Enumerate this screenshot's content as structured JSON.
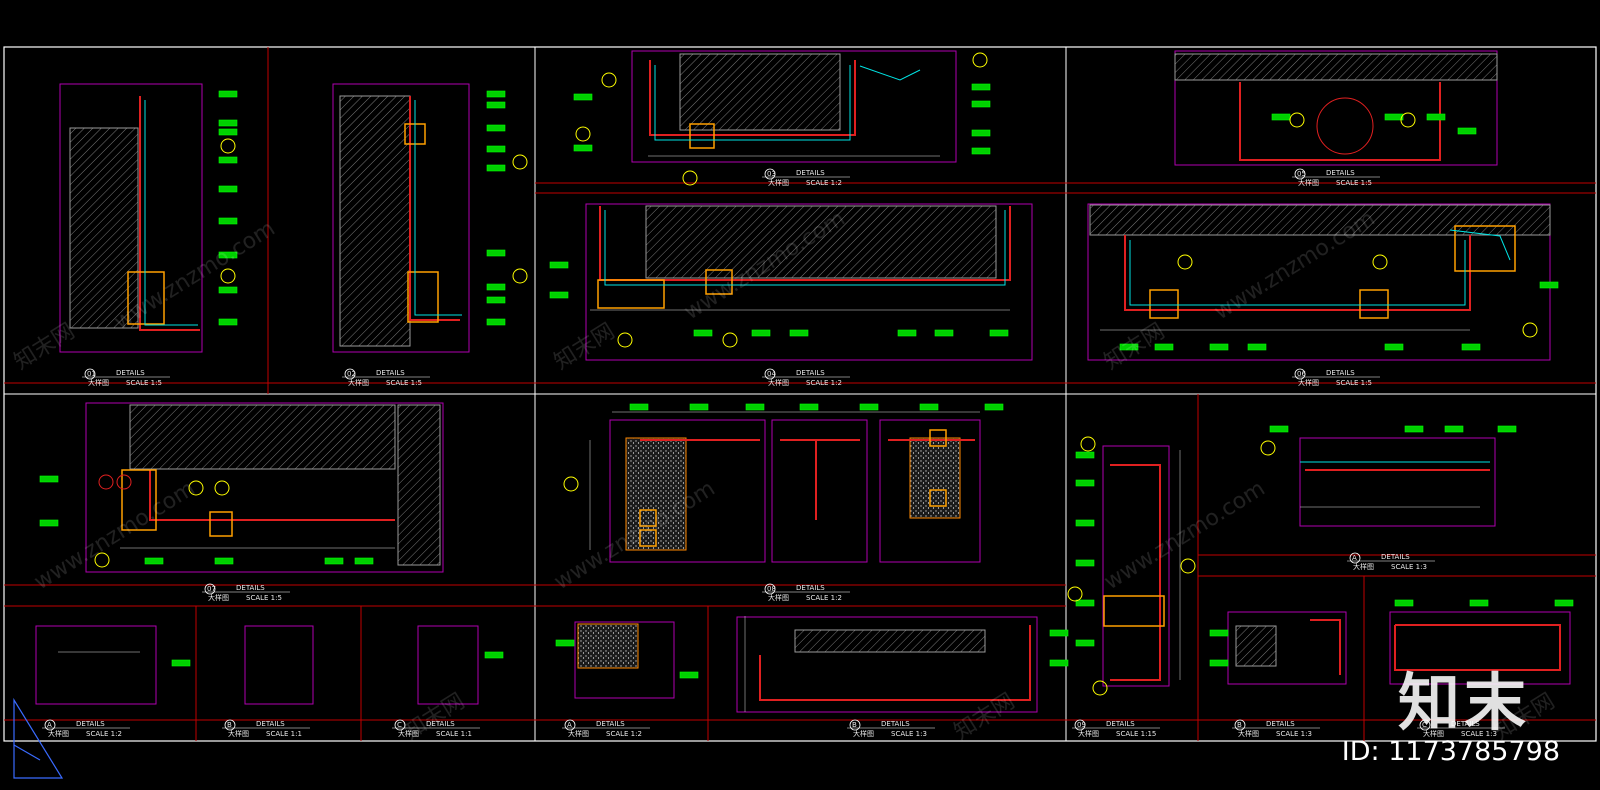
{
  "sheet": {
    "background": "#000000",
    "frame_color": "#ffffff",
    "border_color": "#c00000",
    "detail_frame_color": "#b000b0",
    "tag_color": "#00ff00",
    "callout_color": "#ffff00",
    "line_color": "#00ffff"
  },
  "panels": [
    {
      "id": "p01",
      "num": "01",
      "word": "DETAILS",
      "sub": "大样图",
      "scale": "SCALE 1:5"
    },
    {
      "id": "p02",
      "num": "02",
      "word": "DETAILS",
      "sub": "大样图",
      "scale": "SCALE 1:5"
    },
    {
      "id": "p03",
      "num": "03",
      "word": "DETAILS",
      "sub": "大样图",
      "scale": "SCALE 1:2"
    },
    {
      "id": "p04",
      "num": "04",
      "word": "DETAILS",
      "sub": "大样图",
      "scale": "SCALE 1:2"
    },
    {
      "id": "p05",
      "num": "05",
      "word": "DETAILS",
      "sub": "大样图",
      "scale": "SCALE 1:5"
    },
    {
      "id": "p06",
      "num": "06",
      "word": "DETAILS",
      "sub": "大样图",
      "scale": "SCALE 1:5"
    },
    {
      "id": "p07",
      "num": "07",
      "word": "DETAILS",
      "sub": "大样图",
      "scale": "SCALE 1:5"
    },
    {
      "id": "p08",
      "num": "08",
      "word": "DETAILS",
      "sub": "大样图",
      "scale": "SCALE 1:2"
    },
    {
      "id": "p09",
      "num": "09",
      "word": "DETAILS",
      "sub": "大样图",
      "scale": "SCALE 1:15"
    },
    {
      "id": "pA1",
      "num": "A",
      "word": "DETAILS",
      "sub": "大样图",
      "scale": "SCALE 1:2"
    },
    {
      "id": "pB1",
      "num": "B",
      "word": "DETAILS",
      "sub": "大样图",
      "scale": "SCALE 1:1"
    },
    {
      "id": "pC1",
      "num": "C",
      "word": "DETAILS",
      "sub": "大样图",
      "scale": "SCALE 1:1"
    },
    {
      "id": "pA2",
      "num": "A",
      "word": "DETAILS",
      "sub": "大样图",
      "scale": "SCALE 1:2"
    },
    {
      "id": "pB2",
      "num": "B",
      "word": "DETAILS",
      "sub": "大样图",
      "scale": "SCALE 1:3"
    },
    {
      "id": "pA3",
      "num": "A",
      "word": "DETAILS",
      "sub": "大样图",
      "scale": "SCALE 1:3"
    },
    {
      "id": "pB3",
      "num": "B",
      "word": "DETAILS",
      "sub": "大样图",
      "scale": "SCALE 1:3"
    },
    {
      "id": "pC3",
      "num": "C",
      "word": "DETAILS",
      "sub": "大样图",
      "scale": "SCALE 1:3"
    }
  ],
  "watermark_text": "www.znzmo.com",
  "watermark_cn": "知末网",
  "brand_logo": "知末",
  "id_label": "ID: 1173785798"
}
